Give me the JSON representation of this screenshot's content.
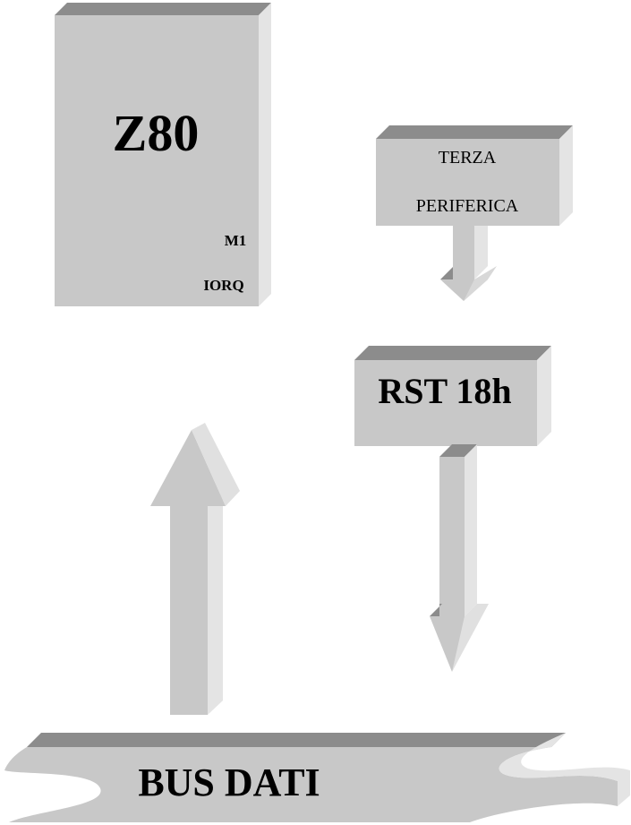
{
  "cpu": {
    "title": "Z80",
    "pin_m1": "M1",
    "pin_iorq": "IORQ"
  },
  "peripheral": {
    "line1": "TERZA",
    "line2": "PERIFERICA"
  },
  "instruction": {
    "label": "RST 18h"
  },
  "bus": {
    "label": "BUS DATI"
  },
  "colors": {
    "front": "#c8c8c8",
    "top": "#8c8c8c",
    "side": "#e4e4e4",
    "text": "#000000"
  }
}
